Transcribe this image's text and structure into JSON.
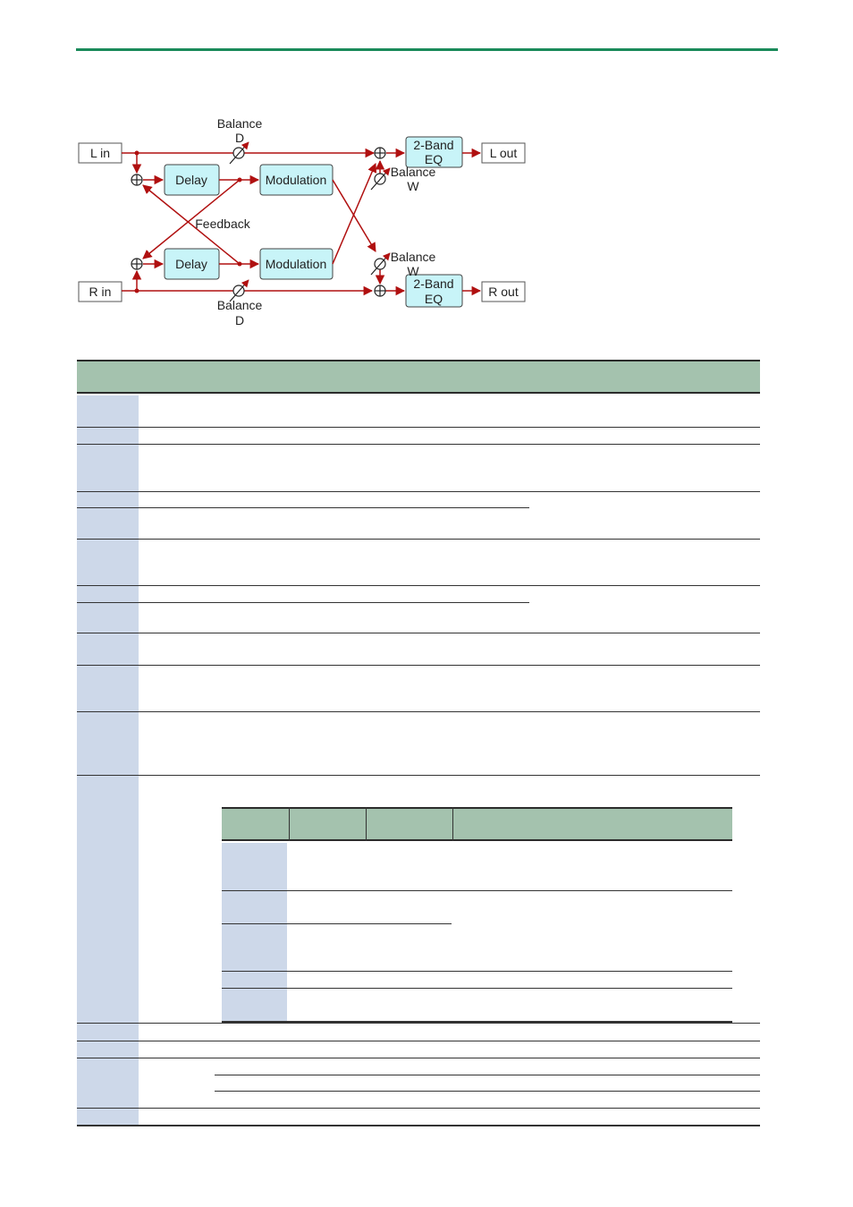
{
  "diagram": {
    "l_in": "L in",
    "r_in": "R in",
    "l_out": "L out",
    "r_out": "R out",
    "delay": "Delay",
    "modulation": "Modulation",
    "eq_line1": "2-Band",
    "eq_line2": "EQ",
    "feedback": "Feedback",
    "balance": "Balance",
    "balance_d": "D",
    "balance_w": "W"
  },
  "colors": {
    "accent_line": "#1a8a5a",
    "signal": "#b01010",
    "block_fill": "#c8f4f8",
    "table_header": "#a4c2ae",
    "table_label_col": "#cdd8e9"
  }
}
